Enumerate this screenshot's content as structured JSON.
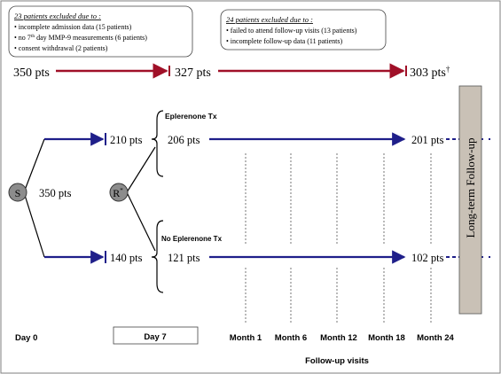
{
  "excluded_box_1": {
    "title": "23 patients excluded due to :",
    "items": [
      "• incomplete admission data (15 patients)",
      "• consent withdrawal (2 patients)"
    ],
    "item_2_pre": "• no 7",
    "item_2_sup": "th",
    "item_2_post": " day MMP-9 measurements (6 patients)"
  },
  "excluded_box_2": {
    "title": "24 patients excluded due to :",
    "items": [
      "• failed to attend follow-up visits (13 patients)",
      "• incomplete follow-up data (11 patients)"
    ]
  },
  "totals": {
    "start": "350 pts",
    "after_day7": "327 pts",
    "end": "303 pts",
    "end_mark": "†"
  },
  "screening": {
    "node_label": "S",
    "count": "350 pts"
  },
  "randomization": {
    "node_label": "R",
    "node_mark": "*"
  },
  "arms": {
    "eplerenone": {
      "label": "Eplerenone Tx",
      "randomized": "210 pts",
      "day7": "206 pts",
      "month24": "201 pts"
    },
    "no_eplerenone": {
      "label": "No Eplerenone Tx",
      "randomized": "140 pts",
      "day7": "121 pts",
      "month24": "102 pts"
    }
  },
  "long_term": "Long-term Follow-up",
  "timeline": {
    "day0": "Day 0",
    "day7": "Day 7",
    "months": [
      "Month 1",
      "Month 6",
      "Month 12",
      "Month 18",
      "Month 24"
    ],
    "caption": "Follow-up visits"
  },
  "colors": {
    "total_arrow": "#a01028",
    "arm_arrow": "#1f1f8a",
    "long_term_fill": "#c9c1b6",
    "node_fill": "#8c8c8c"
  }
}
